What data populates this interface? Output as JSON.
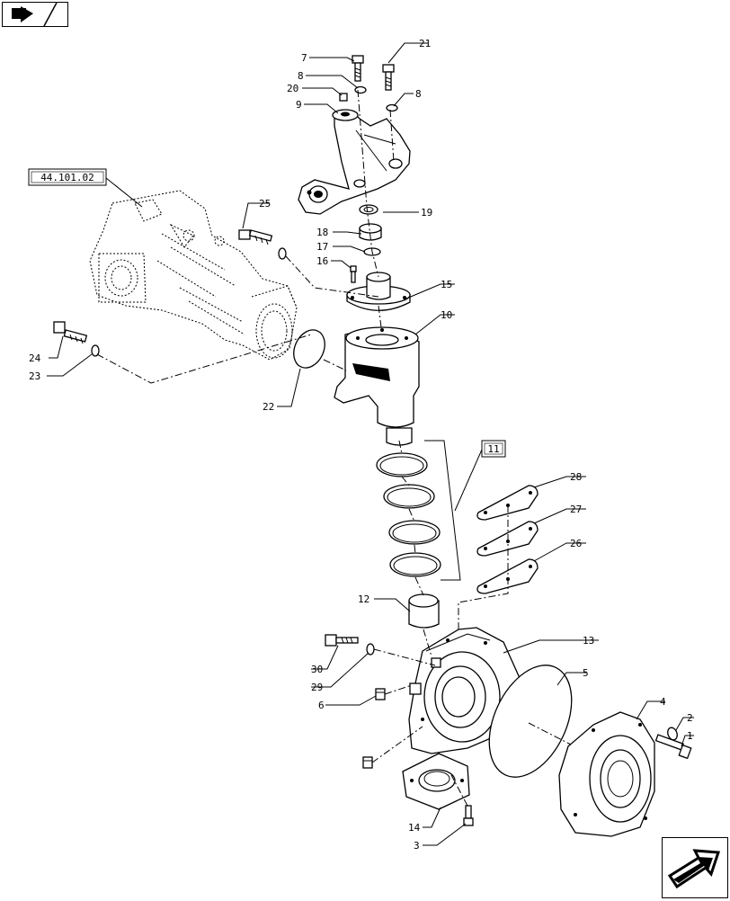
{
  "nav": {
    "back_icon": "back-page-icon",
    "next_icon": "next-page-icon"
  },
  "references": {
    "external_group": "44.101.02",
    "kit_group": "11"
  },
  "callouts": {
    "c1": "1",
    "c2": "2",
    "c3": "3",
    "c4": "4",
    "c5": "5",
    "c6": "6",
    "c7": "7",
    "c8a": "8",
    "c8b": "8",
    "c9": "9",
    "c10": "10",
    "c12": "12",
    "c13": "13",
    "c14": "14",
    "c15": "15",
    "c16": "16",
    "c17": "17",
    "c18": "18",
    "c19": "19",
    "c20": "20",
    "c21": "21",
    "c22": "22",
    "c23": "23",
    "c24": "24",
    "c25": "25",
    "c26": "26",
    "c27": "27",
    "c28": "28",
    "c29": "29",
    "c30": "30"
  }
}
